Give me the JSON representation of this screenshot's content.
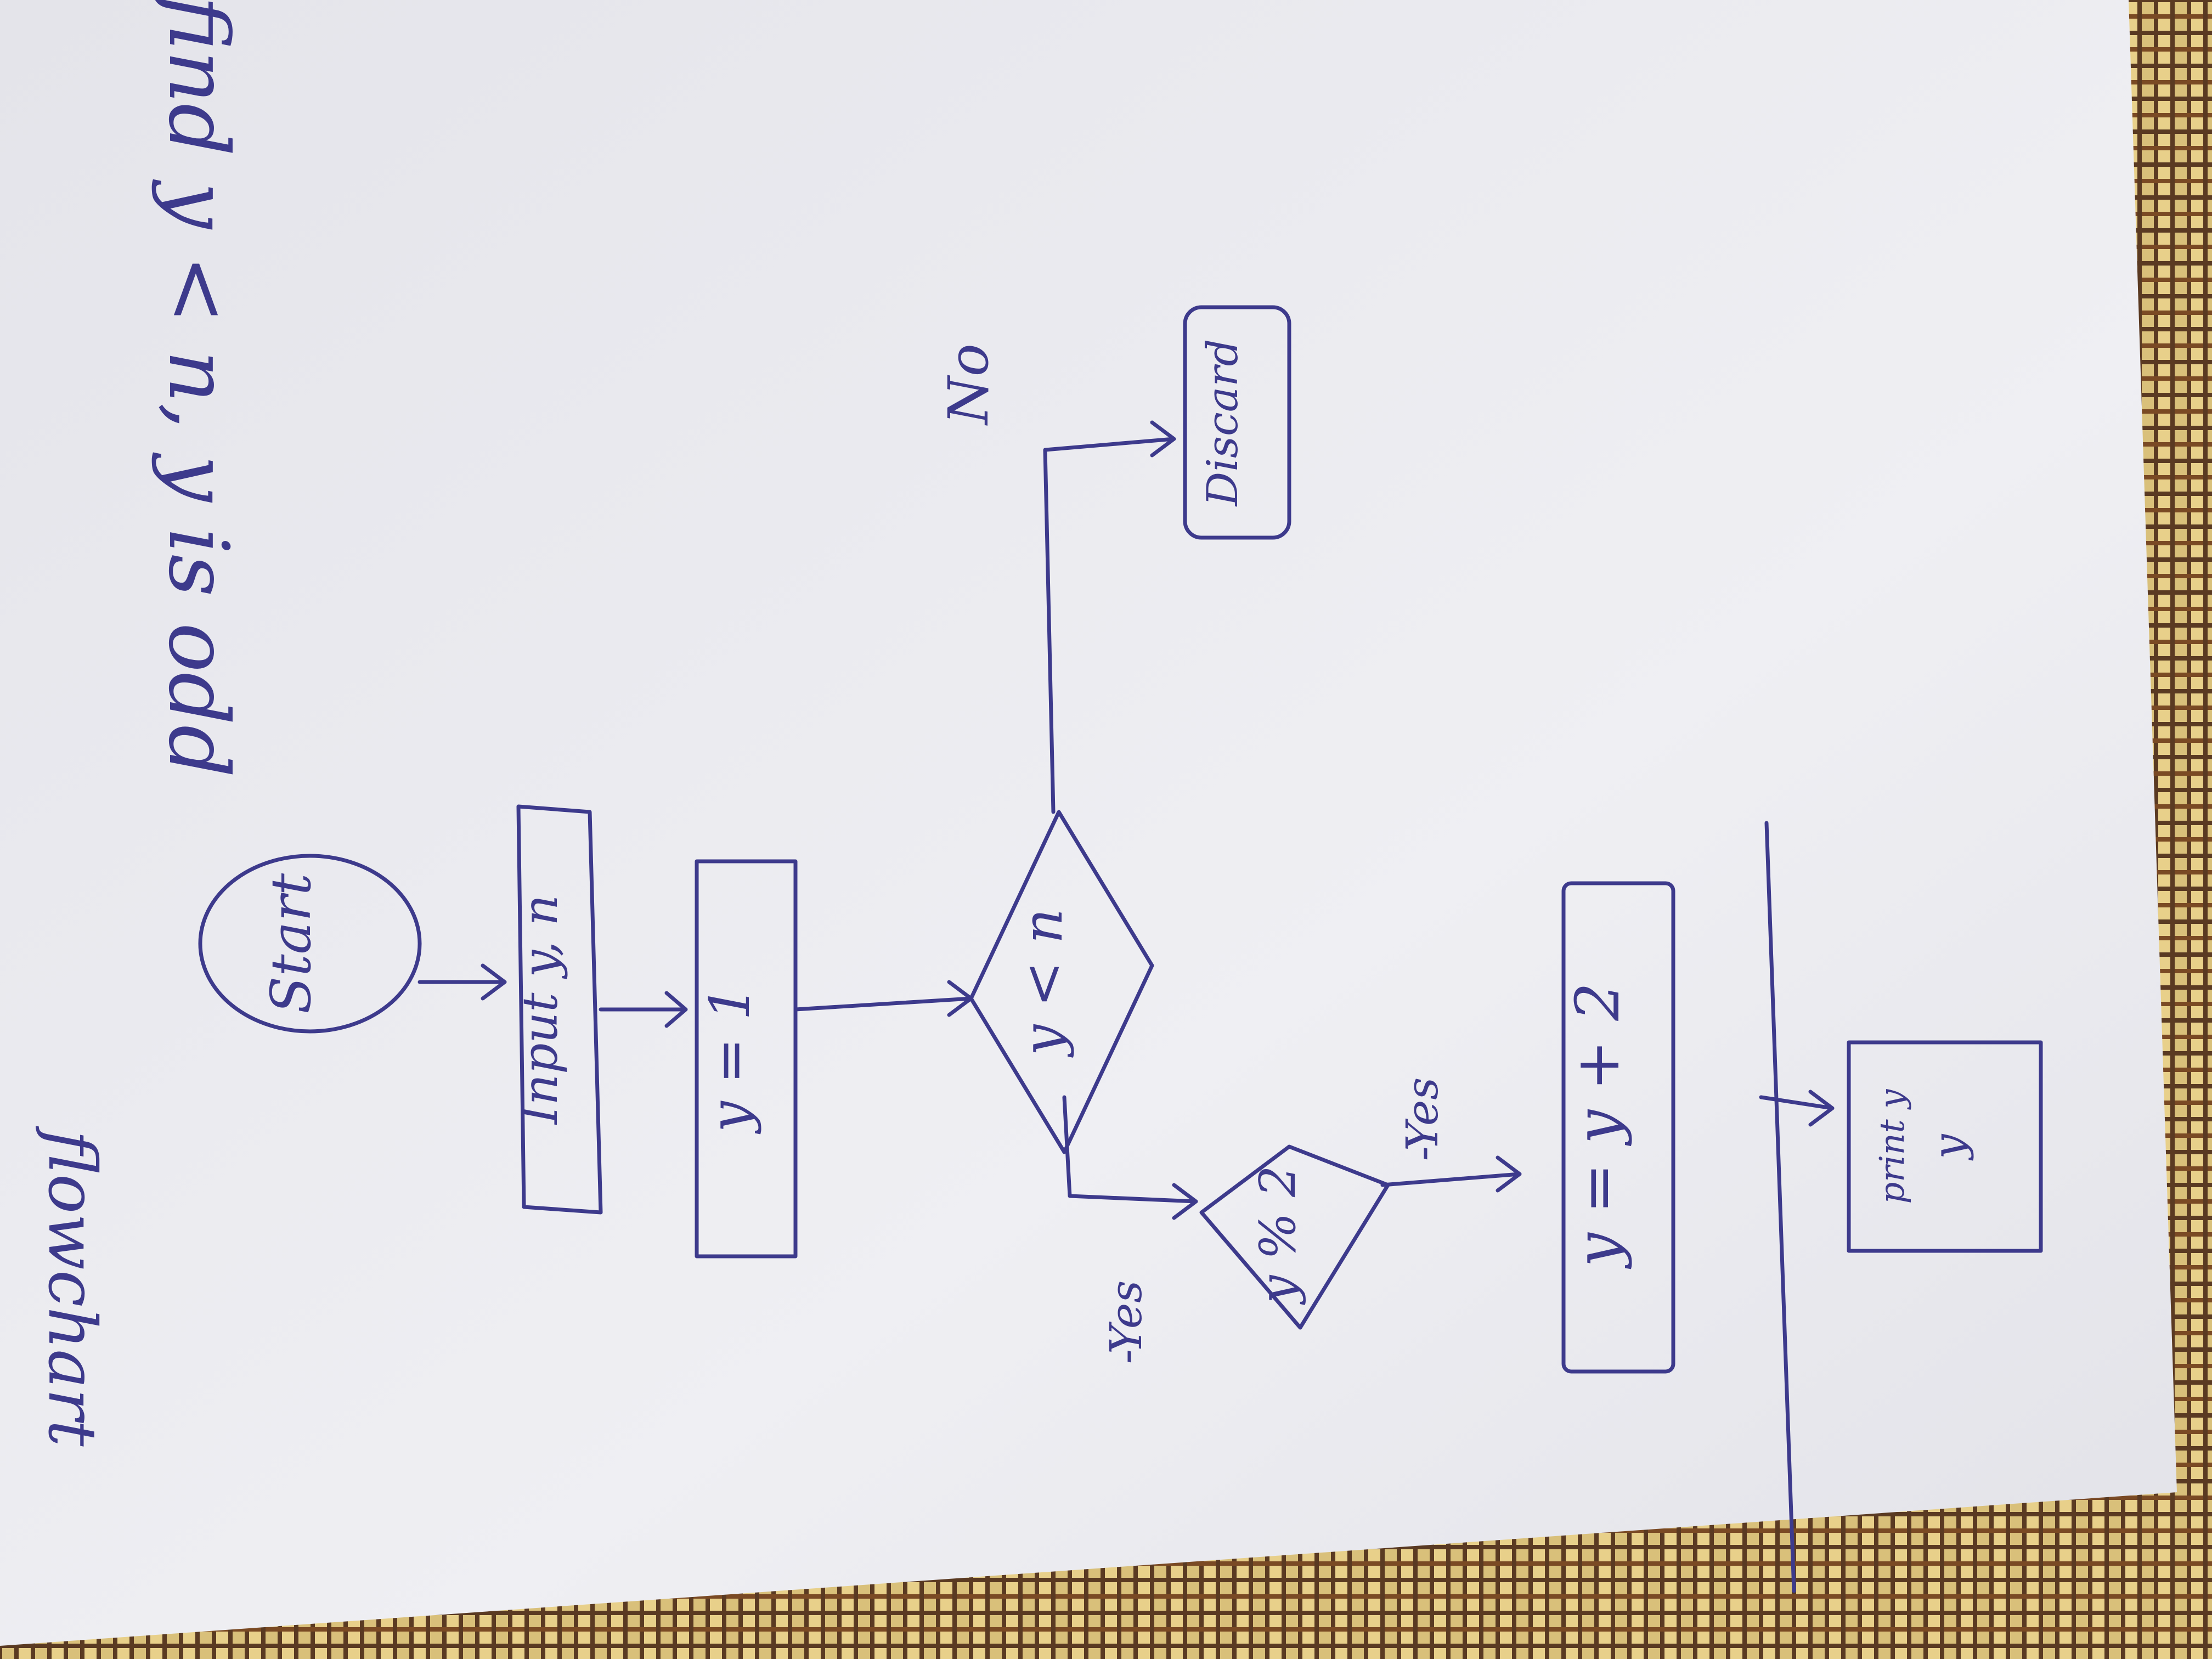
{
  "problem": {
    "title_fragment": "flowchart",
    "statement": "n, find y < n, y is odd"
  },
  "flowchart": {
    "start_label": "Start",
    "input_label": "Input y, n",
    "init_label": "y = 1",
    "loop_condition": "y < n",
    "no_label": "No",
    "end_label": "Discard",
    "odd_check": "y % 2",
    "yes_label_1": "-Yes",
    "yes_label_2": "-Yes",
    "increment_label": "y = y + 2",
    "print_label": "print y",
    "print_label_2": "y"
  },
  "colors": {
    "ink": "#3d3a8c",
    "paper": "#ececf0",
    "mat_light": "#d9c07a",
    "mat_dark": "#5a3a22"
  }
}
